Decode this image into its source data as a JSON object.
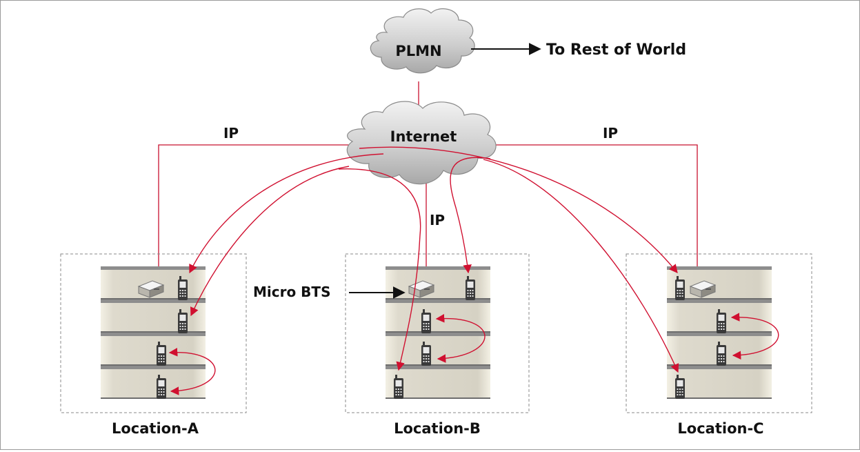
{
  "network": {
    "plmn_label": "PLMN",
    "rest_of_world_label": "To Rest of World",
    "internet_label": "Internet",
    "ip_label_left": "IP",
    "ip_label_center": "IP",
    "ip_label_right": "IP",
    "micro_bts_label": "Micro BTS"
  },
  "locations": [
    {
      "id": "a",
      "label": "Location-A"
    },
    {
      "id": "b",
      "label": "Location-B"
    },
    {
      "id": "c",
      "label": "Location-C"
    }
  ],
  "colors": {
    "link": "#c8102e",
    "arrow": "#d01030",
    "cloud_fill": "#c9c9c9",
    "building_wall": "#dcd8cc",
    "building_edge": "#efece0",
    "floor_divider": "#707070",
    "box_border": "#8a8a8a"
  },
  "icons": [
    "cloud-icon",
    "building-icon",
    "bts-device-icon",
    "mobile-phone-icon"
  ]
}
